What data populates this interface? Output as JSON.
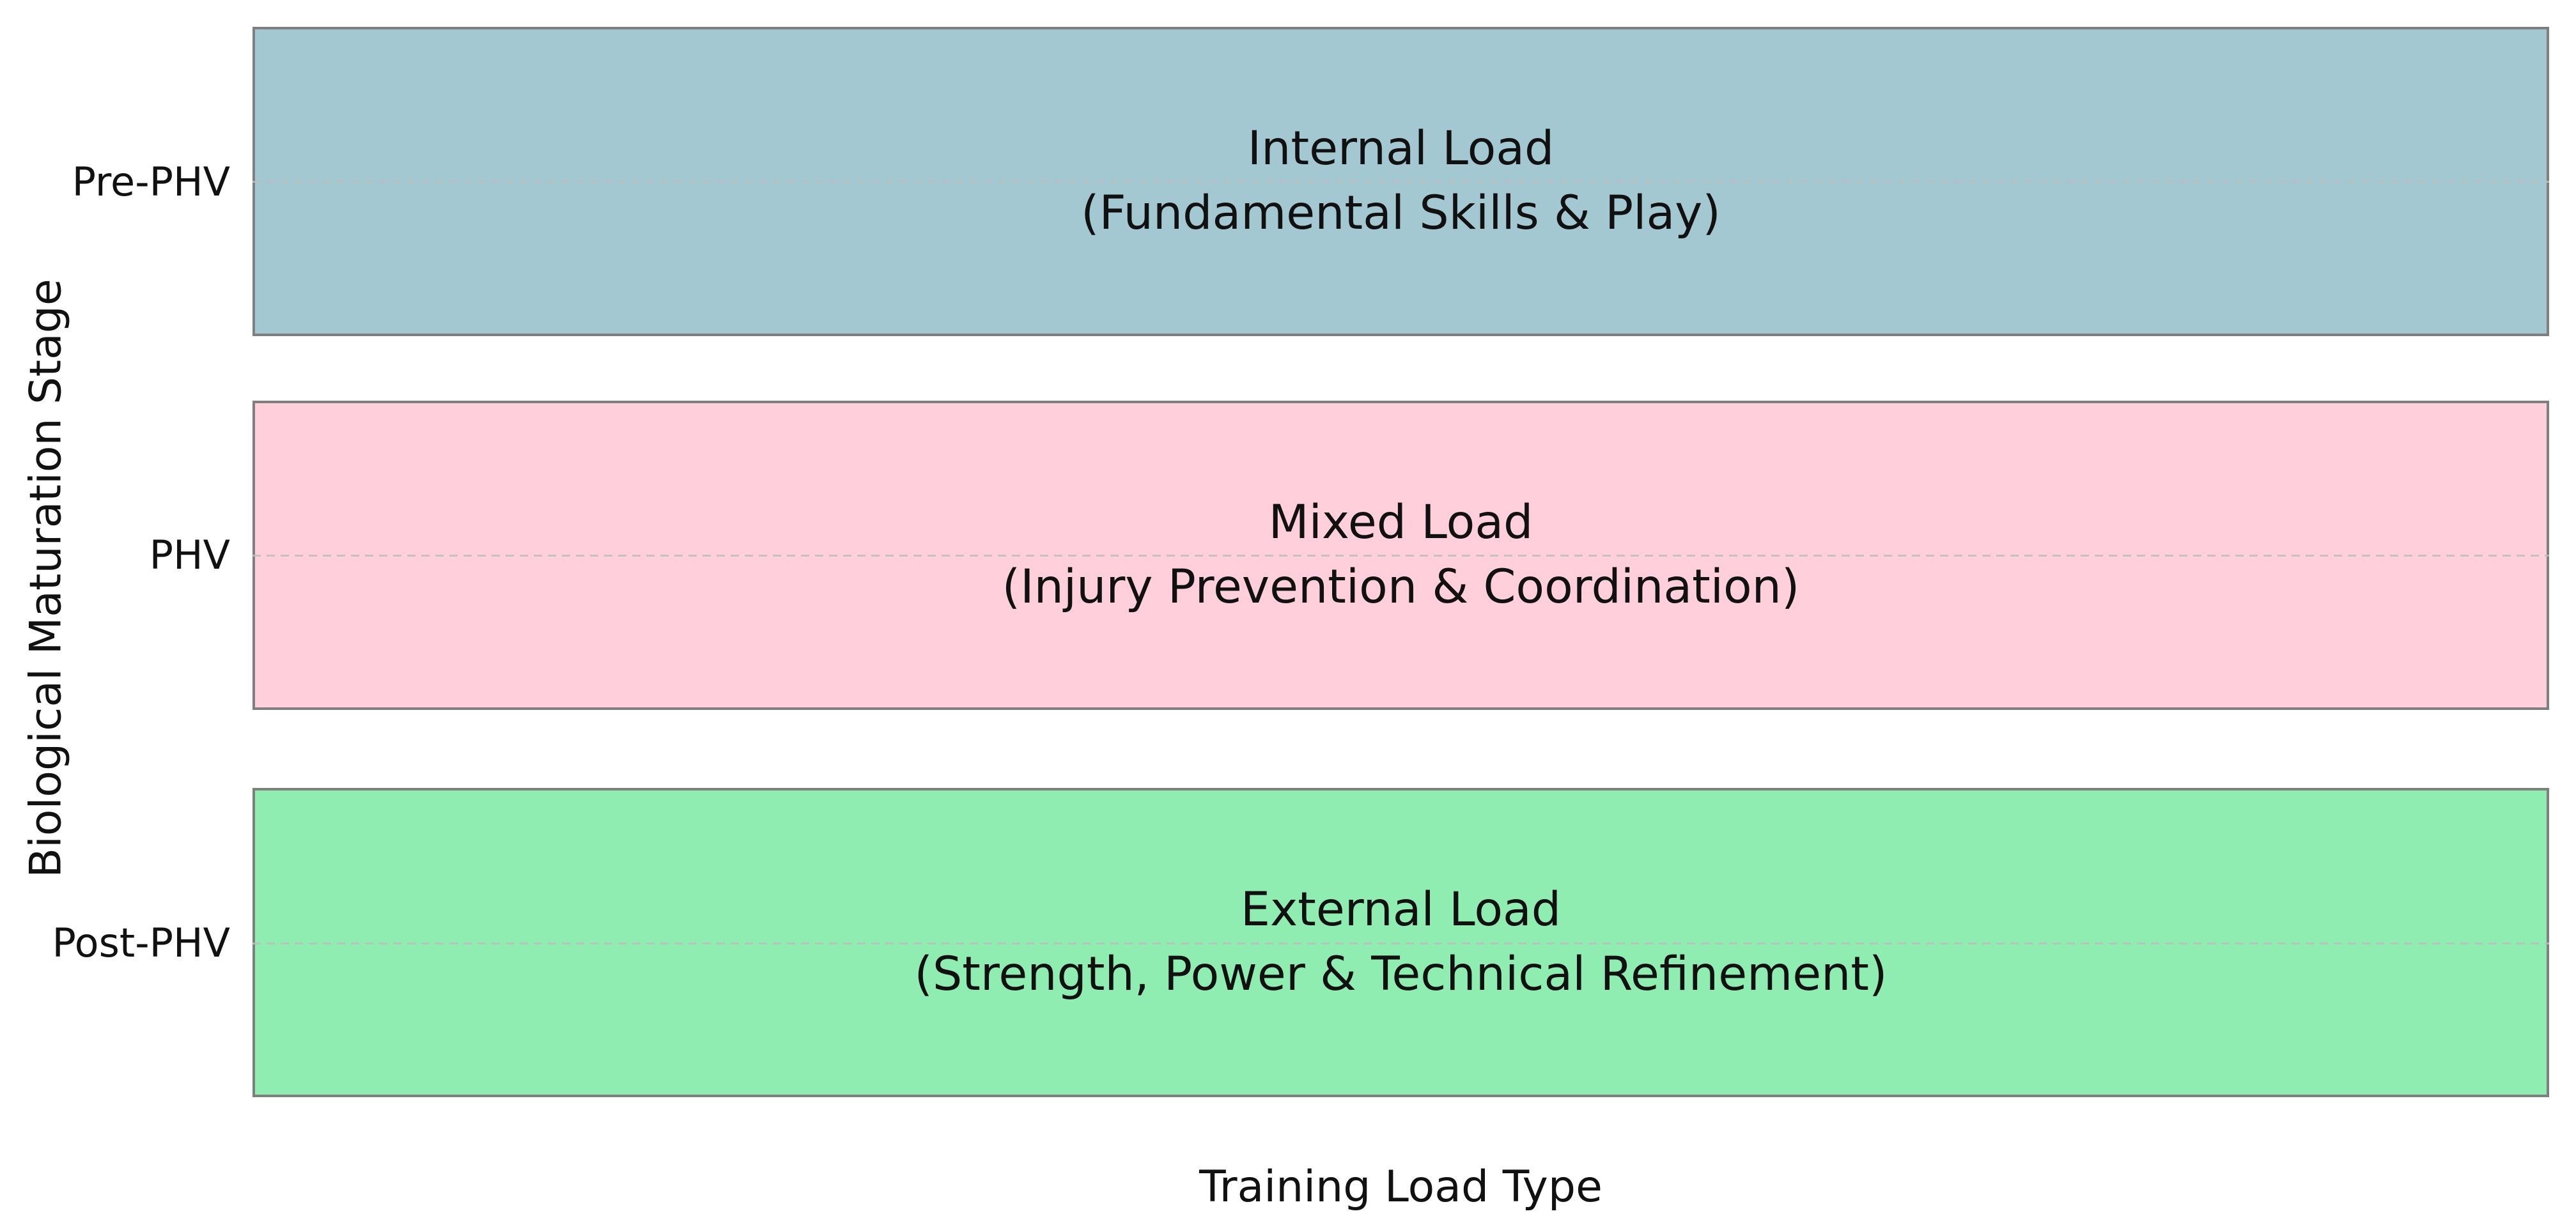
{
  "figure": {
    "background_color": "#ffffff",
    "text_color": "#111111"
  },
  "chart_data": {
    "type": "bar",
    "orientation": "horizontal",
    "title": "",
    "xlabel": "Training Load Type",
    "ylabel": "Biological Maturation Stage",
    "categories": [
      "Pre-PHV",
      "PHV",
      "Post-PHV"
    ],
    "values": [
      1.0,
      1.0,
      1.0
    ],
    "xlim": [
      0,
      1
    ],
    "grid": "horizontal dashed gridline at each category center",
    "legend": "none",
    "bar_edge_color": "#7f7f7f",
    "gridline_color": "#bdbdbd",
    "bars": [
      {
        "category": "Pre-PHV",
        "value": 1.0,
        "color": "#a4c8d1",
        "label_line1": "Internal Load",
        "label_line2": "(Fundamental Skills & Play)"
      },
      {
        "category": "PHV",
        "value": 1.0,
        "color": "#ffcfdb",
        "label_line1": "Mixed Load",
        "label_line2": "(Injury Prevention & Coordination)"
      },
      {
        "category": "Post-PHV",
        "value": 1.0,
        "color": "#90edb1",
        "label_line1": "External Load",
        "label_line2": "(Strength, Power & Technical Refinement)"
      }
    ]
  }
}
